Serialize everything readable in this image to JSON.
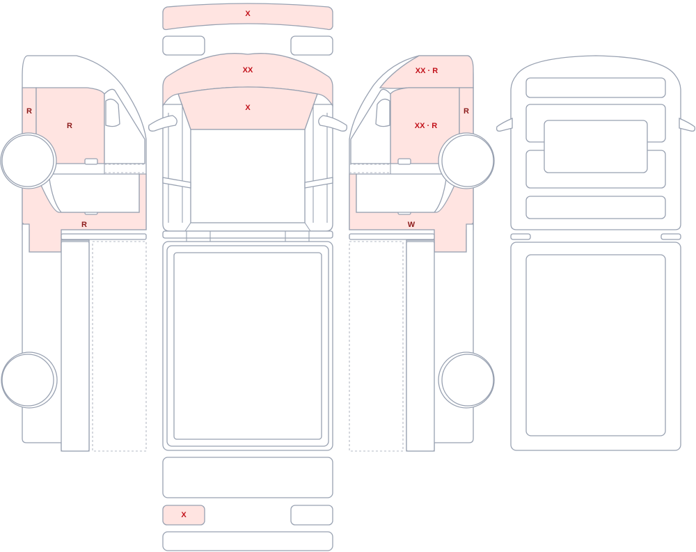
{
  "colors": {
    "outline": "#98a1b1",
    "damage_fill": "#ffe4e1",
    "label_red": "#c2121b",
    "label_dark_red": "#8b1a1a"
  },
  "labels": {
    "left_side": {
      "rear_door_upper": "R",
      "front_door_panel": "R",
      "lower_sill": "R"
    },
    "front_view": {
      "roof_strip": "X",
      "roof_front": "XX",
      "windshield": "X",
      "small_panel_bottom_left": "X"
    },
    "right_side": {
      "upper_cab": "XX · R",
      "door_panel": "XX · R",
      "pillar": "R",
      "lower_sill": "W"
    }
  }
}
